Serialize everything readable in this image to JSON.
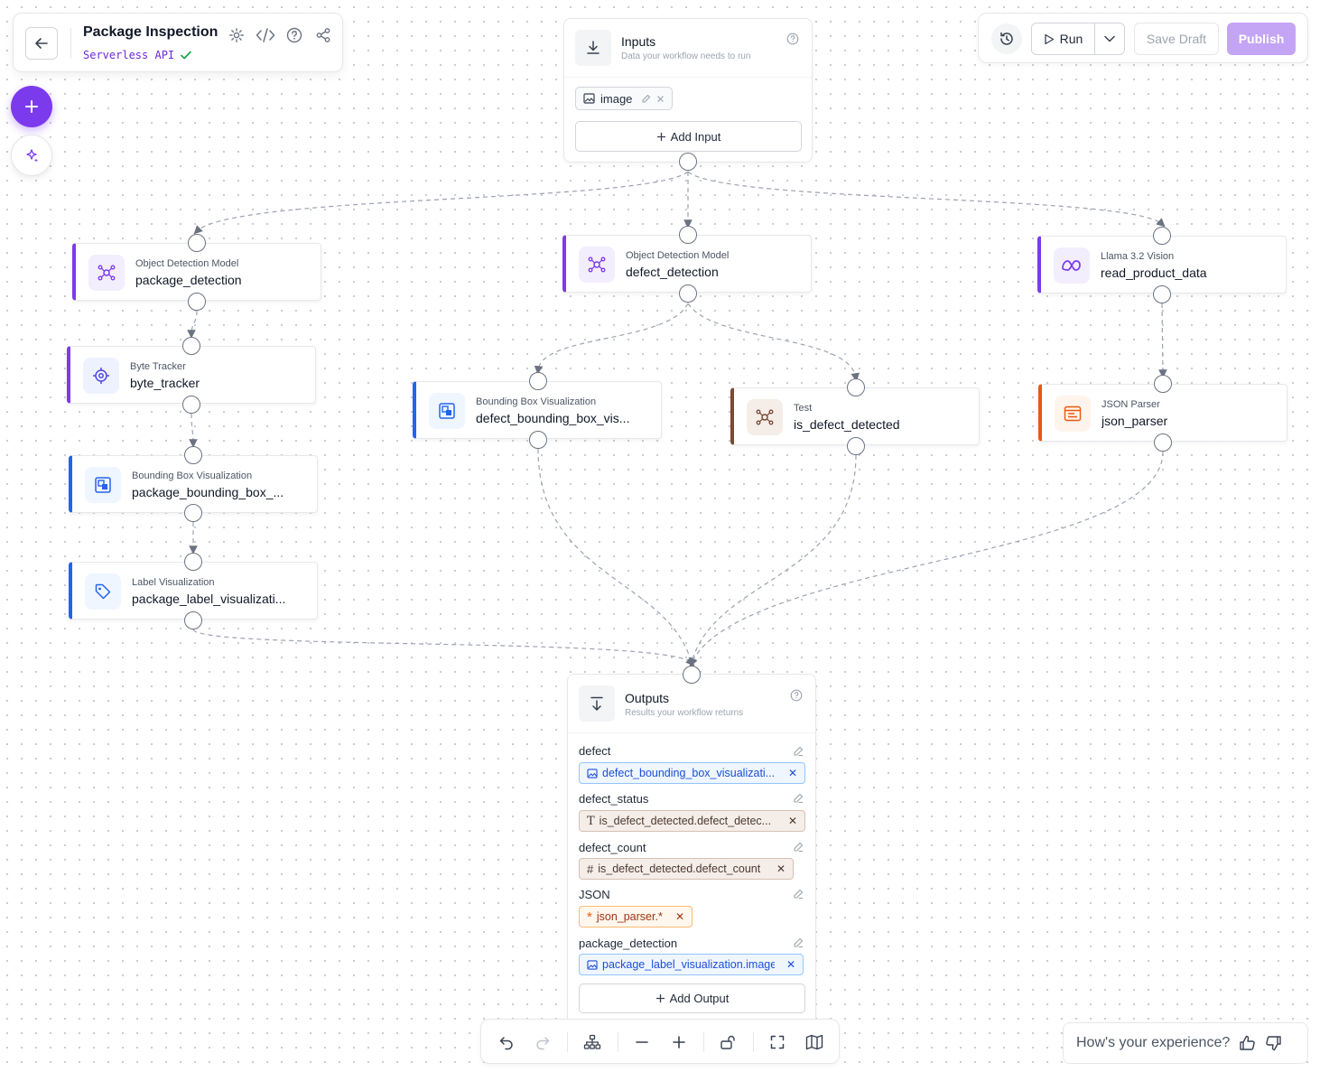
{
  "header": {
    "title": "Package Inspection",
    "subtitle": "Serverless API",
    "icons": [
      "gear-icon",
      "code-icon",
      "help-icon",
      "share-icon"
    ]
  },
  "toolbar": {
    "run_label": "Run",
    "save_label": "Save Draft",
    "publish_label": "Publish",
    "colors": {
      "publish_bg": "#c4a4f5",
      "accent": "#7c3aed"
    }
  },
  "inputs": {
    "title": "Inputs",
    "subtitle": "Data your workflow needs to run",
    "items": [
      {
        "name": "image"
      }
    ],
    "add_label": "Add Input"
  },
  "nodes": {
    "package_detection": {
      "type": "Object Detection Model",
      "name": "package_detection",
      "accent": "#7c3aed"
    },
    "defect_detection": {
      "type": "Object Detection Model",
      "name": "defect_detection",
      "accent": "#7c3aed"
    },
    "read_product_data": {
      "type": "Llama 3.2 Vision",
      "name": "read_product_data",
      "accent": "#7c3aed"
    },
    "byte_tracker": {
      "type": "Byte Tracker",
      "name": "byte_tracker",
      "accent": "#7c3aed"
    },
    "defect_bbox": {
      "type": "Bounding Box Visualization",
      "name": "defect_bounding_box_vis...",
      "accent": "#2563eb"
    },
    "is_defect": {
      "type": "Test",
      "name": "is_defect_detected",
      "accent": "#7c4a36"
    },
    "json_parser": {
      "type": "JSON Parser",
      "name": "json_parser",
      "accent": "#ea580c"
    },
    "package_bbox": {
      "type": "Bounding Box Visualization",
      "name": "package_bounding_box_...",
      "accent": "#2563eb"
    },
    "package_label": {
      "type": "Label Visualization",
      "name": "package_label_visualizati...",
      "accent": "#2563eb"
    }
  },
  "outputs": {
    "title": "Outputs",
    "subtitle": "Results your workflow returns",
    "add_label": "Add Output",
    "items": [
      {
        "label": "defect",
        "value": "defect_bounding_box_visualizati...",
        "kind": "image",
        "icon": "image-icon"
      },
      {
        "label": "defect_status",
        "value": "is_defect_detected.defect_detec...",
        "kind": "text",
        "icon": "T"
      },
      {
        "label": "defect_count",
        "value": "is_defect_detected.defect_count",
        "kind": "number",
        "icon": "#"
      },
      {
        "label": "JSON",
        "value": "json_parser.*",
        "kind": "any",
        "icon": "*"
      },
      {
        "label": "package_detection",
        "value": "package_label_visualization.image",
        "kind": "image",
        "icon": "image-icon"
      }
    ]
  },
  "feedback": {
    "prompt": "How's your experience?"
  }
}
